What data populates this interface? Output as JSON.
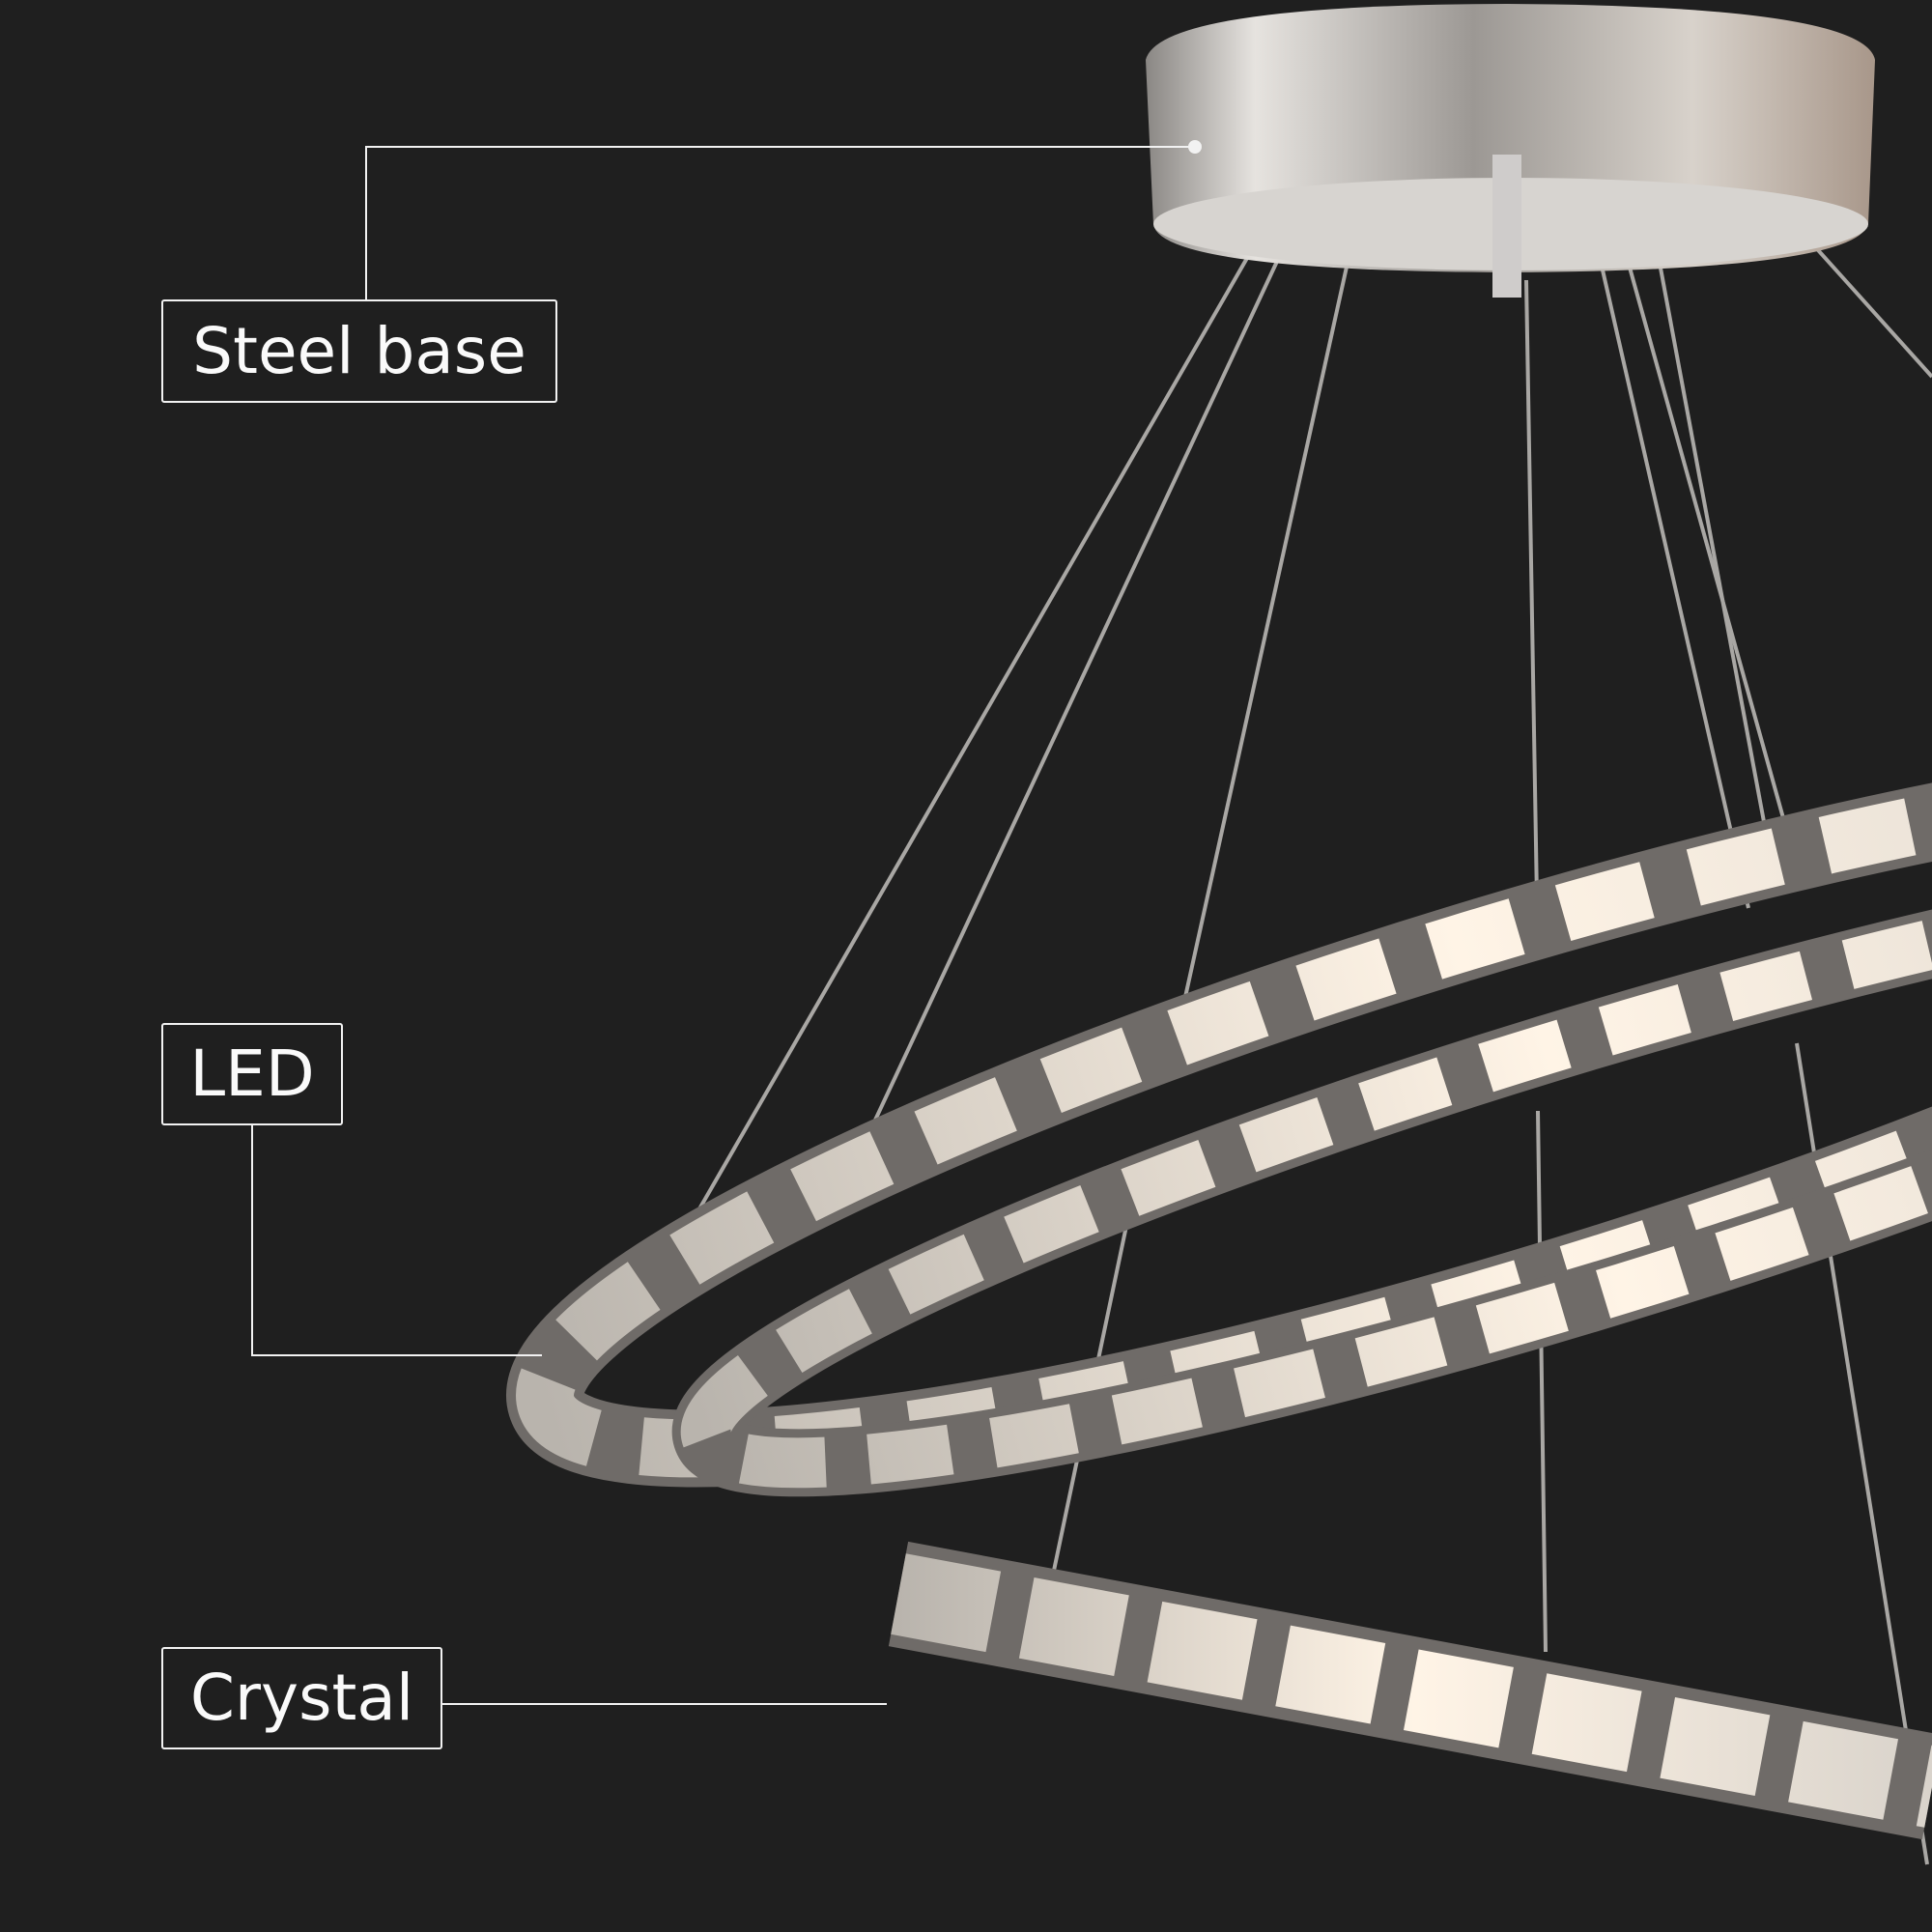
{
  "labels": {
    "steel_base": "Steel base",
    "led": "LED",
    "crystal": "Crystal"
  },
  "colors": {
    "background": "#1f1f1f",
    "callout": "#f2f2f2",
    "metal": "#c9c6c2",
    "crystal_glow": "#fff4e6"
  }
}
